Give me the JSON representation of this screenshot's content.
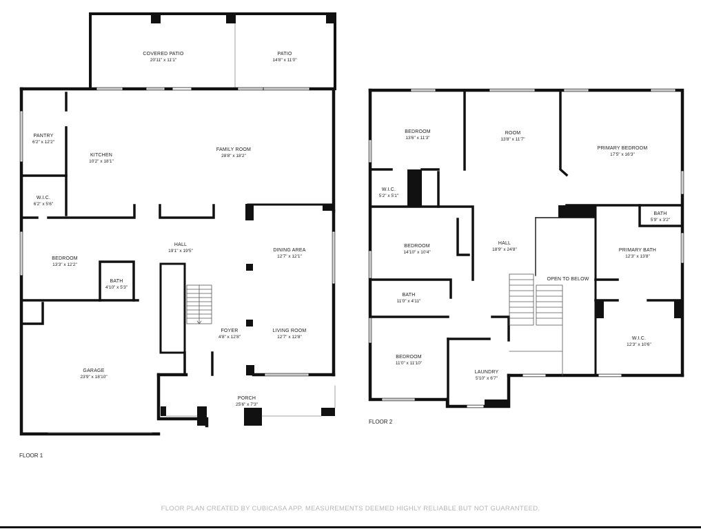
{
  "floors": [
    {
      "label": "FLOOR 1"
    },
    {
      "label": "FLOOR 2"
    }
  ],
  "rooms": [
    {
      "name": "COVERED PATIO",
      "dim": "20'11\" x 11'1\""
    },
    {
      "name": "PATIO",
      "dim": "14'8\" x 11'0\""
    },
    {
      "name": "PANTRY",
      "dim": "6'2\" x 12'2\""
    },
    {
      "name": "KITCHEN",
      "dim": "10'2\" x 18'1\""
    },
    {
      "name": "FAMILY ROOM",
      "dim": "28'8\" x 18'2\""
    },
    {
      "name": "W.I.C.",
      "dim": "6'2\" x 5'6\""
    },
    {
      "name": "BEDROOM",
      "dim": "13'3\" x 12'2\""
    },
    {
      "name": "HALL",
      "dim": "19'1\" x 19'5\""
    },
    {
      "name": "DINING AREA",
      "dim": "12'7\" x 12'1\""
    },
    {
      "name": "BATH",
      "dim": "4'10\" x 5'3\""
    },
    {
      "name": "FOYER",
      "dim": "4'8\" x 12'8\""
    },
    {
      "name": "LIVING ROOM",
      "dim": "12'7\" x 12'8\""
    },
    {
      "name": "GARAGE",
      "dim": "23'9\" x 18'10\""
    },
    {
      "name": "PORCH",
      "dim": "25'6\" x 7'3\""
    },
    {
      "name": "BEDROOM",
      "dim": "13'6\" x 11'3\""
    },
    {
      "name": "ROOM",
      "dim": "13'8\" x 11'7\""
    },
    {
      "name": "PRIMARY BEDROOM",
      "dim": "17'5\" x 16'3\""
    },
    {
      "name": "W.I.C.",
      "dim": "5'2\" x 5'1\""
    },
    {
      "name": "BATH",
      "dim": "5'9\" x 3'2\""
    },
    {
      "name": "BEDROOM",
      "dim": "14'10\" x 10'4\""
    },
    {
      "name": "HALL",
      "dim": "18'9\" x 24'8\""
    },
    {
      "name": "PRIMARY BATH",
      "dim": "12'3\" x 13'8\""
    },
    {
      "name": "OPEN TO BELOW",
      "dim": ""
    },
    {
      "name": "BATH",
      "dim": "11'0\" x 4'11\""
    },
    {
      "name": "W.I.C.",
      "dim": "12'3\" x 10'6\""
    },
    {
      "name": "BEDROOM",
      "dim": "11'0\" x 11'10\""
    },
    {
      "name": "LAUNDRY",
      "dim": "5'10\" x 6'7\""
    }
  ],
  "footer": "FLOOR PLAN CREATED BY CUBICASA APP. MEASUREMENTS DEEMED HIGHLY RELIABLE BUT NOT GUARANTEED.",
  "colors": {
    "wall": "#111111",
    "thin_line": "#555555",
    "background": "#ffffff",
    "footer_text": "#b5b5b5"
  }
}
